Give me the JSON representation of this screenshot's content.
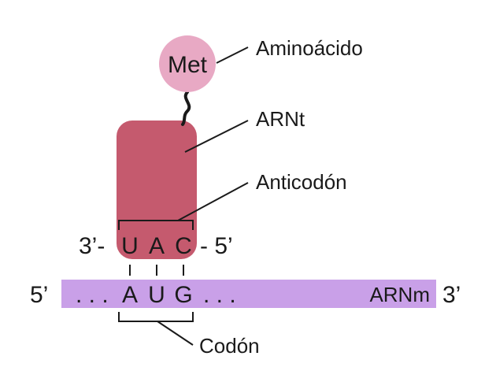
{
  "colors": {
    "amino_acid": "#e8a9c4",
    "trna": "#c55a6e",
    "mrna": "#c9a0e8",
    "ink": "#1a1a1a"
  },
  "amino_acid": {
    "abbrev": "Met",
    "label": "Aminoácido"
  },
  "trna": {
    "label": "ARNt",
    "anticodon_label": "Anticodón",
    "end_3": "3’-",
    "end_5": "- 5’",
    "bases": [
      "U",
      "A",
      "C"
    ]
  },
  "mrna": {
    "label": "ARNm",
    "end_5": "5’",
    "end_3": "3’",
    "ellipsis_left": ". . .",
    "ellipsis_right": ". . .",
    "bases": [
      "A",
      "U",
      "G"
    ]
  },
  "codon_label": "Codón"
}
